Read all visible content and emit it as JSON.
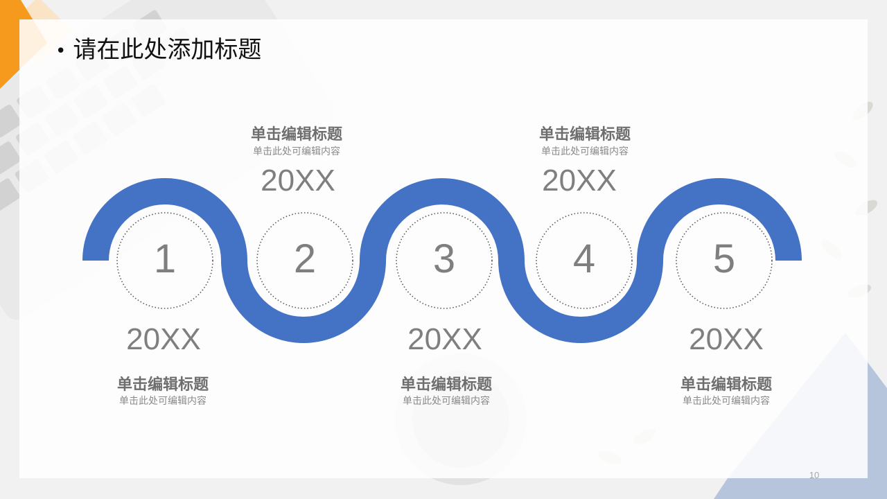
{
  "slide": {
    "title": "请在此处添加标题",
    "page_number": "10"
  },
  "colors": {
    "wave": "#4472c4",
    "accent_orange": "#f59a1c",
    "accent_peach": "#fbe3c6",
    "accent_blue": "#b7c5dc",
    "text_gray": "#7f7f7f"
  },
  "steps": [
    {
      "number": "1",
      "year": "20XX",
      "caption_title": "单击编辑标题",
      "caption_body": "单击此处可编辑内容"
    },
    {
      "number": "2",
      "year": "20XX",
      "caption_title": "单击编辑标题",
      "caption_body": "单击此处可编辑内容"
    },
    {
      "number": "3",
      "year": "20XX",
      "caption_title": "单击编辑标题",
      "caption_body": "单击此处可编辑内容"
    },
    {
      "number": "4",
      "year": "20XX",
      "caption_title": "单击编辑标题",
      "caption_body": "单击此处可编辑内容"
    },
    {
      "number": "5",
      "year": "20XX",
      "caption_title": "单击编辑标题",
      "caption_body": "单击此处可编辑内容"
    }
  ]
}
